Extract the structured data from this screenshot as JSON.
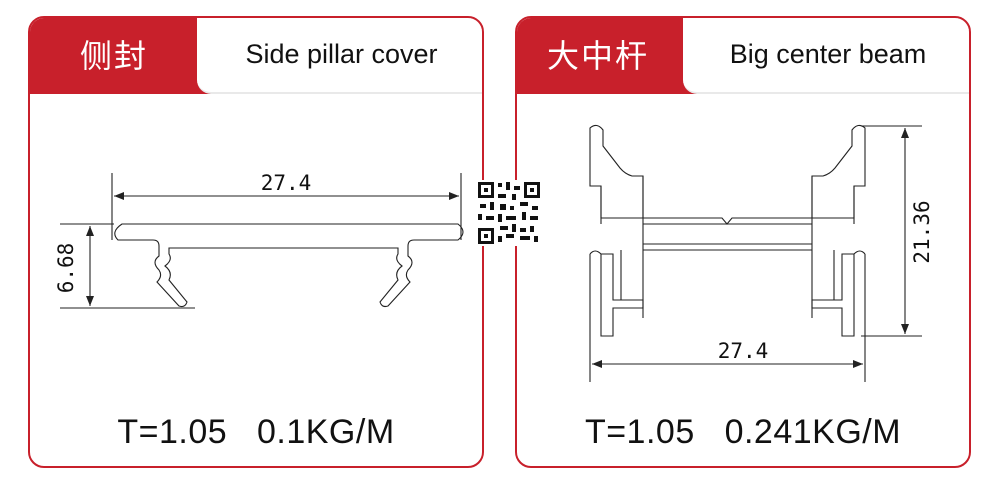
{
  "left_card": {
    "title_cn": "侧封",
    "title_en": "Side pillar cover",
    "dim_width": "27.4",
    "dim_height": "6.68",
    "spec": "T=1.05   0.1KG/M"
  },
  "right_card": {
    "title_cn": "大中杆",
    "title_en": "Big center beam",
    "dim_width": "27.4",
    "dim_height": "21.36",
    "spec": "T=1.05   0.241KG/M"
  },
  "colors": {
    "accent": "#c8202b",
    "line": "#222222"
  },
  "icons": [
    "qr-code-icon"
  ]
}
